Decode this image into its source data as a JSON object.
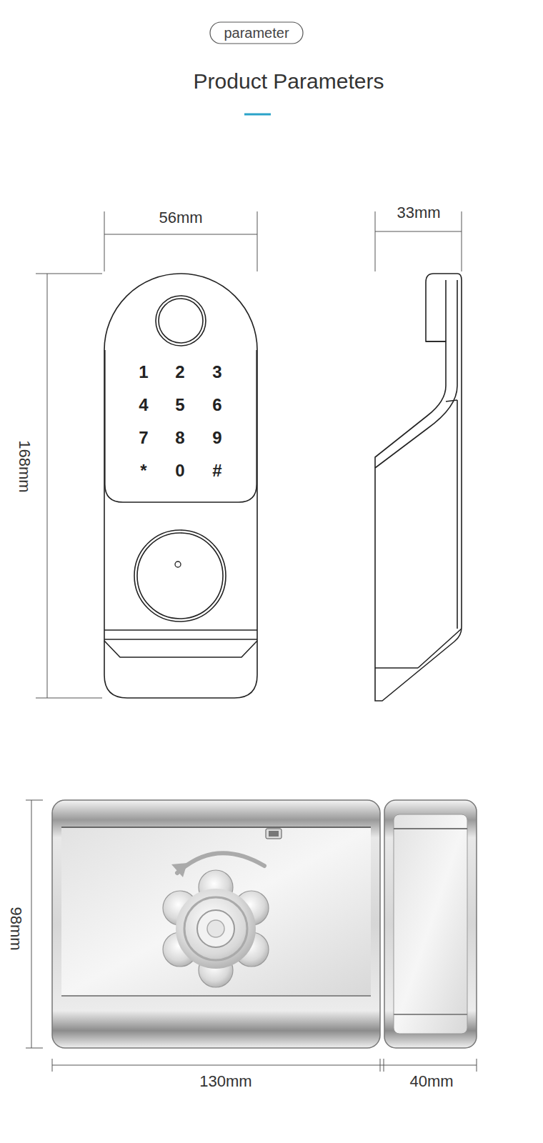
{
  "diagram": {
    "title": "Product Parameters",
    "nodes": [
      {
        "text": [
          "parameter"
        ]
      },
      {
        "text": [
          "1",
          "2",
          "3",
          "4",
          "5",
          "6",
          "7",
          "8",
          "9",
          "*",
          "0",
          "#"
        ]
      }
    ],
    "labels": [
      "56mm",
      "33mm",
      "168mm",
      "98mm",
      "130mm",
      "40mm"
    ]
  }
}
